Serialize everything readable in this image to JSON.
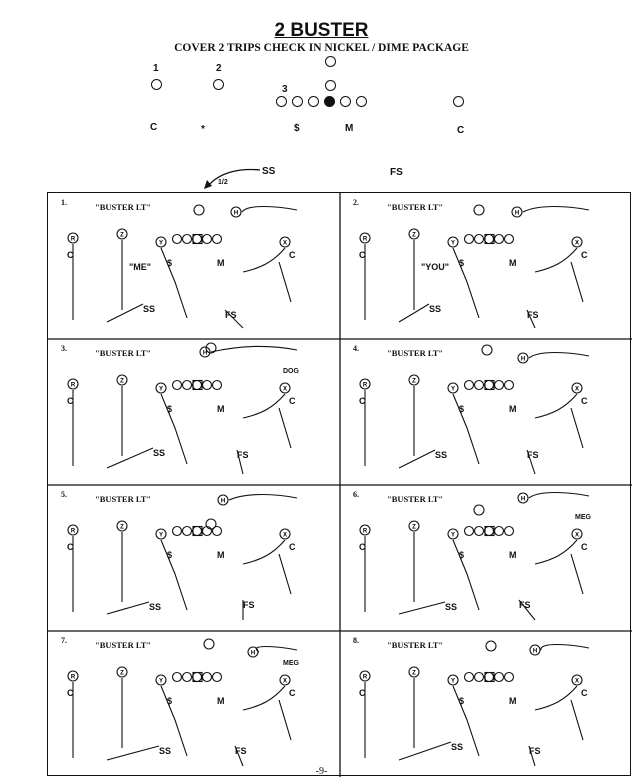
{
  "header": {
    "title": "2 BUSTER",
    "subtitle": "COVER 2 TRIPS CHECK IN NICKEL / DIME PACKAGE"
  },
  "formation": {
    "receiver_numbers": [
      "1",
      "2",
      "3"
    ],
    "defender_labels": [
      "C",
      "*",
      "$",
      "M",
      "C"
    ],
    "safety_labels": [
      "SS",
      "FS",
      "1/2"
    ]
  },
  "panels": [
    {
      "num": "1.",
      "call": "\"BUSTER LT\"",
      "tags": [
        "\"ME\"",
        "SS",
        "FS",
        "M",
        "C",
        "C",
        "$"
      ]
    },
    {
      "num": "2.",
      "call": "\"BUSTER LT\"",
      "tags": [
        "\"YOU\"",
        "SS",
        "FS",
        "M",
        "C",
        "C",
        "$"
      ]
    },
    {
      "num": "3.",
      "call": "\"BUSTER LT\"",
      "tags": [
        "DOG",
        "SS",
        "FS",
        "M",
        "C",
        "C",
        "$"
      ]
    },
    {
      "num": "4.",
      "call": "\"BUSTER LT\"",
      "tags": [
        "SS",
        "FS",
        "M",
        "C",
        "C",
        "$"
      ]
    },
    {
      "num": "5.",
      "call": "\"BUSTER LT\"",
      "tags": [
        "SS",
        "FS",
        "M",
        "C",
        "C",
        "$"
      ]
    },
    {
      "num": "6.",
      "call": "\"BUSTER LT\"",
      "tags": [
        "MEG",
        "SS",
        "FS",
        "M",
        "C",
        "C",
        "$"
      ]
    },
    {
      "num": "7.",
      "call": "\"BUSTER LT\"",
      "tags": [
        "MEG",
        "SS",
        "FS",
        "M",
        "C",
        "C",
        "$"
      ]
    },
    {
      "num": "8.",
      "call": "\"BUSTER LT\"",
      "tags": [
        "SS",
        "FS",
        "M",
        "C",
        "C",
        "$"
      ]
    }
  ],
  "player_letters": {
    "R": "R",
    "Z": "Z",
    "Y": "Y",
    "H": "H",
    "X": "X"
  },
  "footer": {
    "page": "-9-"
  }
}
